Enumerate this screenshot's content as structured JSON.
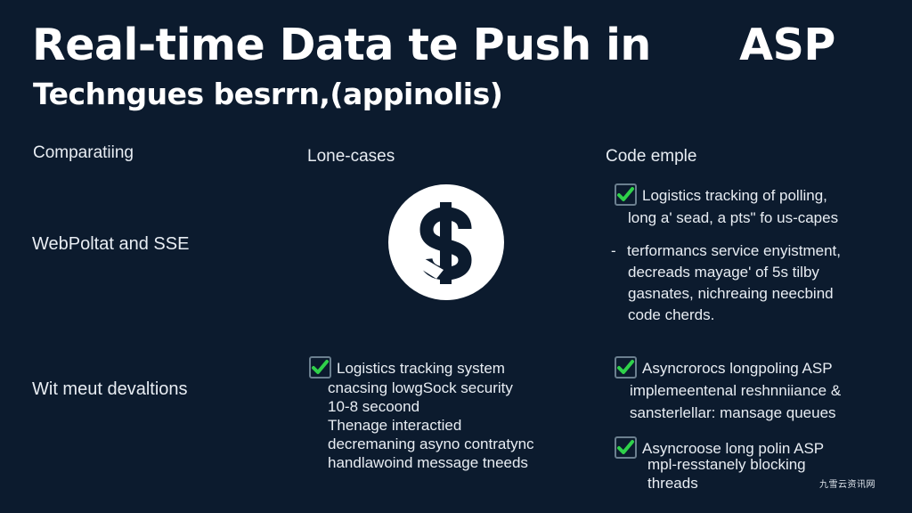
{
  "title": "Real-time Data te Push in      ASP",
  "subtitle": "Techngues besrrn,(appinolis)",
  "columns": {
    "left": "Comparatiing",
    "middle": "Lone-cases",
    "right": "Code emple"
  },
  "rows": {
    "first": "WebPoltat and SSE",
    "second": "Wit meut devaltions"
  },
  "logo_icon": "dollar-s-logo",
  "check_color": "#2fd14a",
  "right_top": {
    "item1": [
      "Logistics tracking of polling,",
      "long a' sead, a pts\" fo us-capes"
    ],
    "item2": [
      "terformancs service enyistment,",
      "decreads mayage' of 5s tilby",
      "gasnates, nichreaing neecbind",
      "code cherds."
    ]
  },
  "middle_bottom": {
    "lines": [
      "Logistics tracking system",
      "cnacsing lowgSock security",
      "10-8 secoond",
      "Thenage interactied",
      "decremaning asyno contratync",
      "handlawoind message tneeds"
    ]
  },
  "right_bottom": {
    "item1": [
      "Asyncrorocs longpoling ASP",
      "implemeentenal reshnniiance &",
      "sansterlellar: mansage queues"
    ],
    "item2": [
      "Asyncroose  long polin ASP",
      "mpl-resstanely  blocking",
      "threads"
    ]
  },
  "watermark": "九雪云资讯网"
}
